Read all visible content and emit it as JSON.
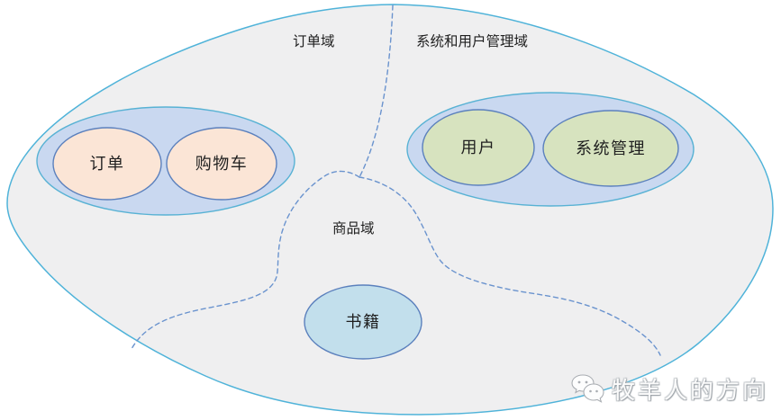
{
  "diagram": {
    "labels": {
      "order_domain": "订单域",
      "system_user_domain": "系统和用户管理域",
      "product_domain": "商品域"
    },
    "entities": {
      "order": "订单",
      "cart": "购物车",
      "user": "用户",
      "system_mgmt": "系统管理",
      "books": "书籍"
    },
    "colors": {
      "outer_fill": "#efeff0",
      "outer_stroke": "#4fb3d9",
      "cluster_fill": "#c9d8f0",
      "cluster_stroke": "#58b2d4",
      "order_node_fill": "#fbe5d6",
      "user_node_fill": "#d7e3bf",
      "books_node_fill": "#c2dfec",
      "node_stroke": "#5b80bd",
      "divider_stroke": "#6a93ce",
      "text": "#1f1f1f"
    }
  },
  "watermark": {
    "text": "牧羊人的方向",
    "icon": "wechat-bubbles-icon"
  }
}
